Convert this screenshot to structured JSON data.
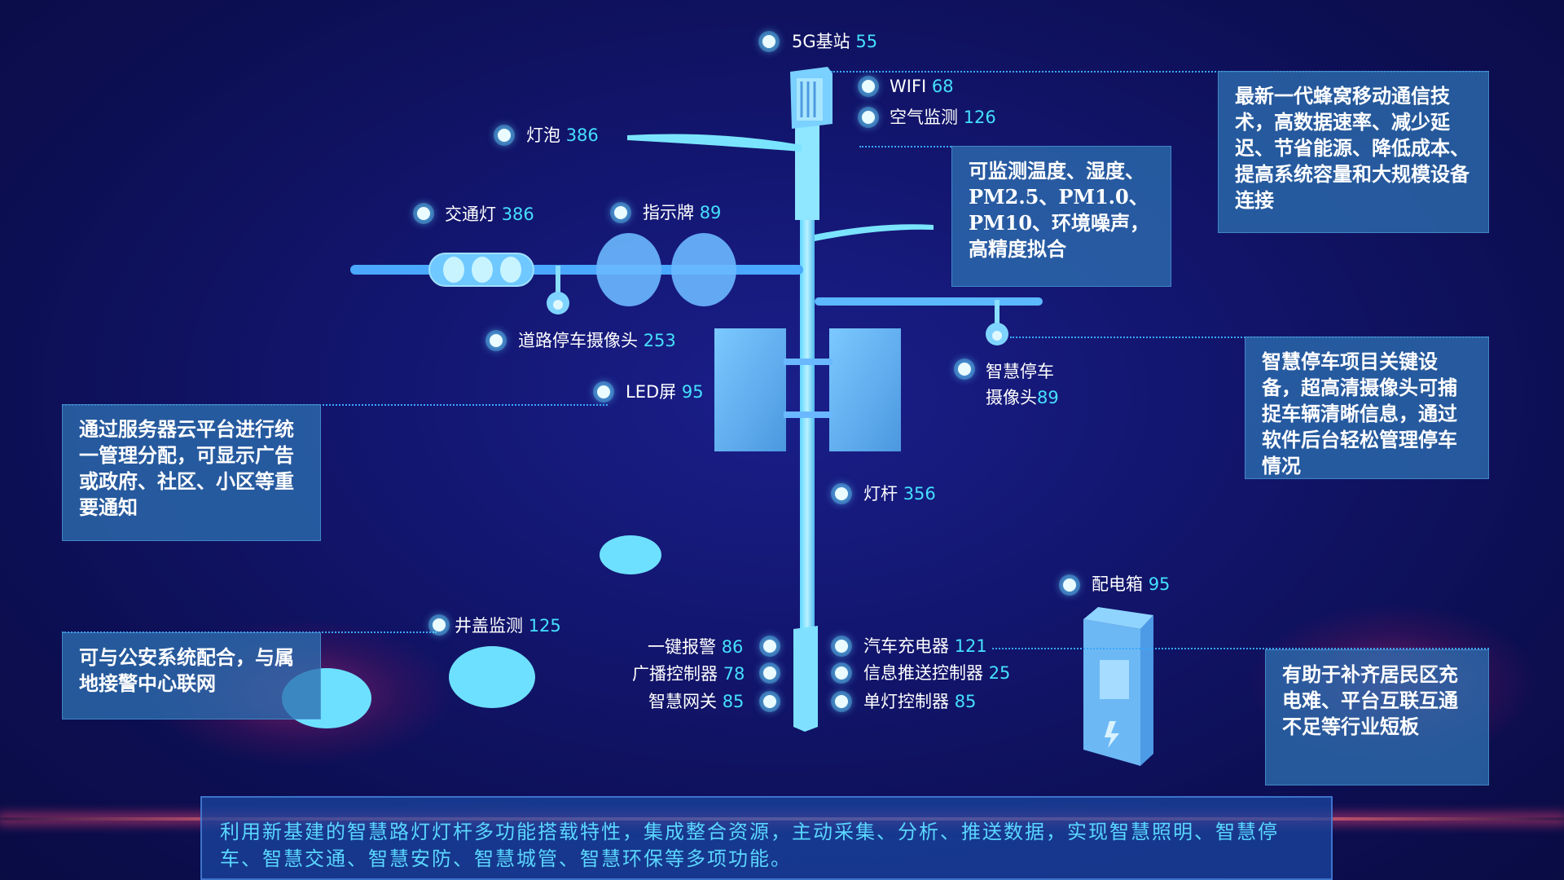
{
  "labels": {
    "base_station": {
      "name": "5G基站",
      "value": "55"
    },
    "wifi": {
      "name": "WIFI",
      "value": "68"
    },
    "air_monitor": {
      "name": "空气监测",
      "value": "126"
    },
    "bulb": {
      "name": "灯泡",
      "value": "386"
    },
    "traffic_light": {
      "name": "交通灯",
      "value": "386"
    },
    "sign": {
      "name": "指示牌",
      "value": "89"
    },
    "road_camera": {
      "name": "道路停车摄像头",
      "value": "253"
    },
    "led_screen": {
      "name": "LED屏",
      "value": "95"
    },
    "smart_parking_camera": {
      "name_line1": "智慧停车",
      "name_line2": "摄像头",
      "value": "89"
    },
    "pole": {
      "name": "灯杆",
      "value": "356"
    },
    "power_box": {
      "name": "配电箱",
      "value": "95"
    },
    "manhole": {
      "name": "井盖监测",
      "value": "125"
    },
    "alarm": {
      "name": "一键报警",
      "value": "86"
    },
    "broadcast": {
      "name": "广播控制器",
      "value": "78"
    },
    "gateway": {
      "name": "智慧网关",
      "value": "85"
    },
    "charger": {
      "name": "汽车充电器",
      "value": "121"
    },
    "info_push": {
      "name": "信息推送控制器",
      "value": "25"
    },
    "single_lamp": {
      "name": "单灯控制器",
      "value": "85"
    }
  },
  "boxes": {
    "cellular": "最新一代蜂窝移动通信技术，高数据速率、减少延迟、节省能源、降低成本、提高系统容量和大规模设备连接",
    "air": "可监测温度、湿度、PM2.5、PM1.0、PM10、环境噪声，高精度拟合",
    "parking": "智慧停车项目关键设备，超高清摄像头可捕捉车辆清晰信息，通过软件后台轻松管理停车情况",
    "led": "通过服务器云平台进行统一管理分配，可显示广告或政府、社区、小区等重要通知",
    "police": "可与公安系统配合，与属地接警中心联网",
    "charging": "有助于补齐居民区充电难、平台互联互通不足等行业短板"
  },
  "bottom_text": "利用新基建的智慧路灯灯杆多功能搭载特性，集成整合资源，主动采集、分析、推送数据，实现智慧照明、智慧停车、智慧交通、智慧安防、智慧城管、智慧环保等多项功能。",
  "colors": {
    "accent": "#45e0ff",
    "device": "#6fc8ff",
    "box": "#2d6eaf"
  }
}
